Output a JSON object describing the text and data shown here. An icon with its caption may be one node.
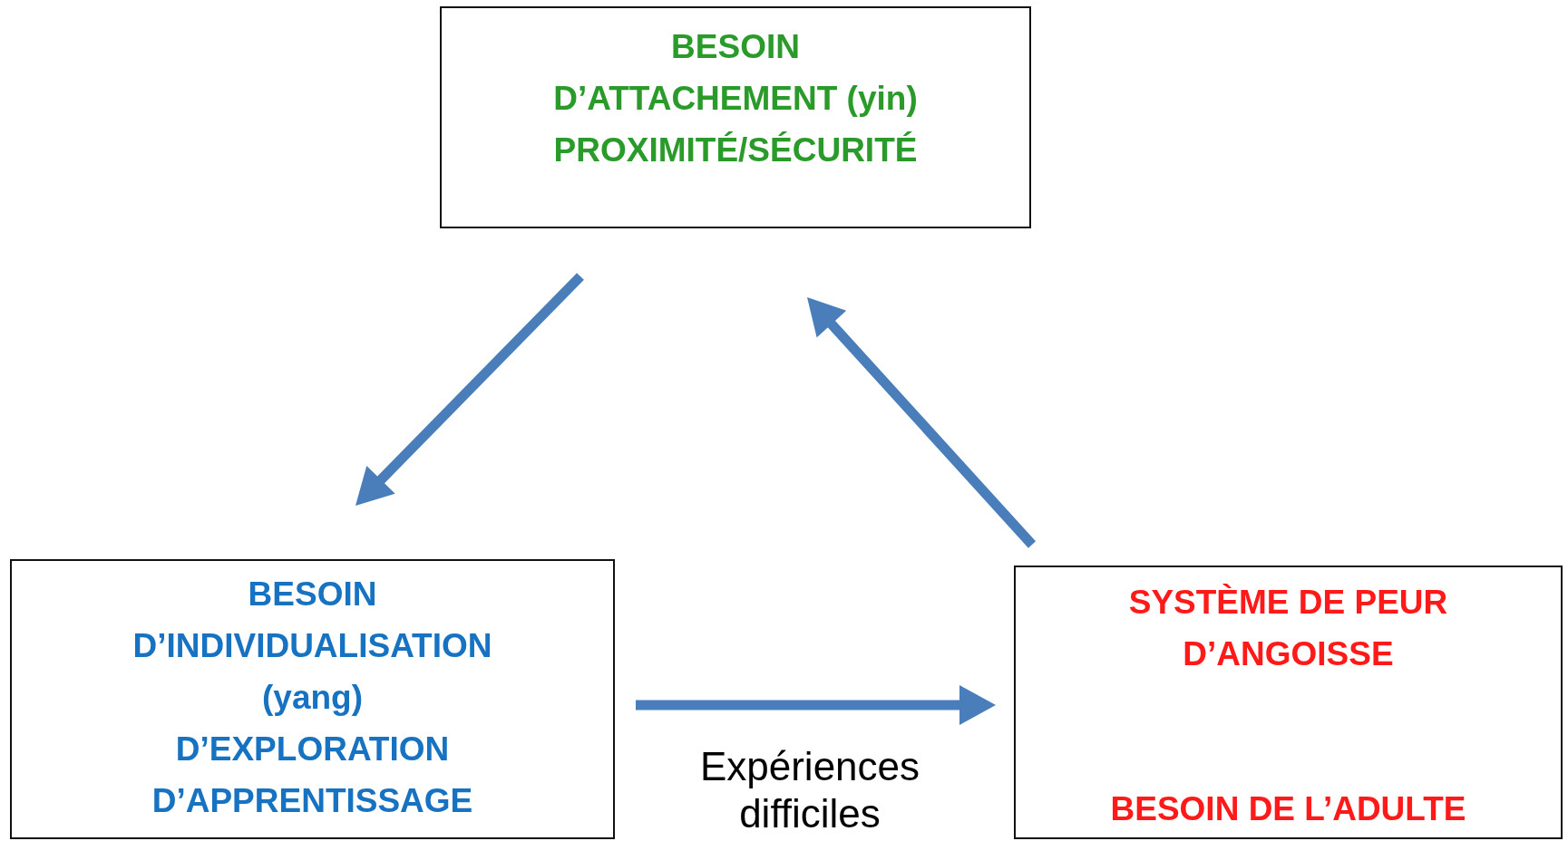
{
  "diagram": {
    "nodes": [
      {
        "text": [
          "BESOIN D’ATTACHEMENT (yin)",
          "PROXIMITÉ/SÉCURITÉ"
        ]
      },
      {
        "text": [
          "BESOIN D’INDIVIDUALISATION (yang)",
          "D’EXPLORATION D’APPRENTISSAGE"
        ]
      },
      {
        "text": [
          "SYSTÈME DE PEUR D’ANGOISSE",
          "BESOIN DE L’ADULTE"
        ]
      }
    ],
    "edges": [
      {
        "from": 0,
        "to": 1,
        "arrow": "to"
      },
      {
        "from": 2,
        "to": 0,
        "arrow": "to"
      },
      {
        "from": 1,
        "to": 2,
        "arrow": "to",
        "label": "Expériences difficiles"
      }
    ]
  }
}
